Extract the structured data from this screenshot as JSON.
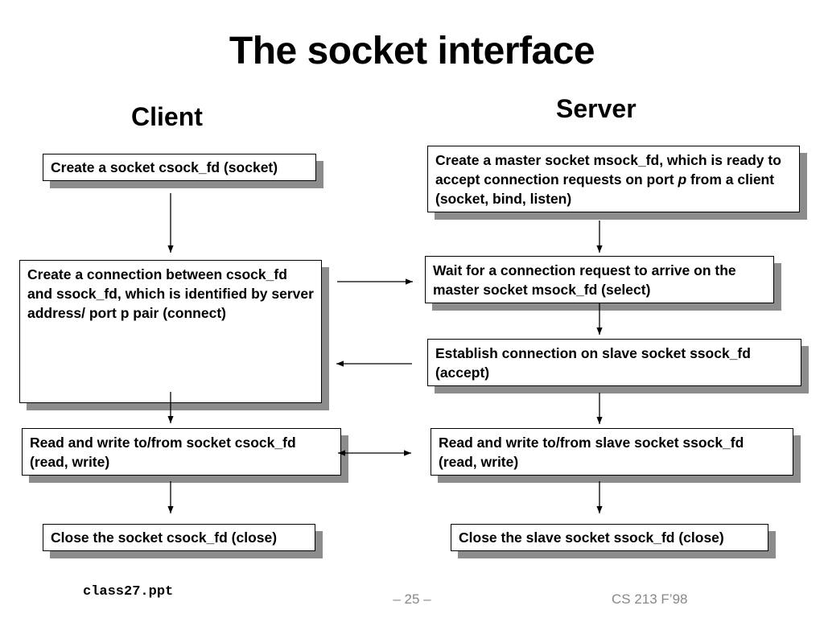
{
  "title": "The socket interface",
  "client": {
    "heading": "Client",
    "create": "Create a socket csock_fd (socket)",
    "connect": "Create a connection between csock_fd and ssock_fd, which is identified by server address/ port p pair (connect)",
    "rw": "Read and write to/from socket csock_fd (read, write)",
    "close": "Close the socket csock_fd (close)"
  },
  "server": {
    "heading": "Server",
    "create_pre": "Create a master socket msock_fd, which is ready to accept connection requests on port ",
    "create_italic": "p",
    "create_post": " from a client (socket, bind, listen)",
    "wait": "Wait for a connection request to arrive on the master socket msock_fd (select)",
    "accept": "Establish connection on slave socket ssock_fd (accept)",
    "rw": "Read and write to/from slave socket ssock_fd (read, write)",
    "close": "Close the slave socket ssock_fd (close)"
  },
  "footer": {
    "file": "class27.ppt",
    "page": "– 25 –",
    "course": "CS 213 F’98"
  }
}
